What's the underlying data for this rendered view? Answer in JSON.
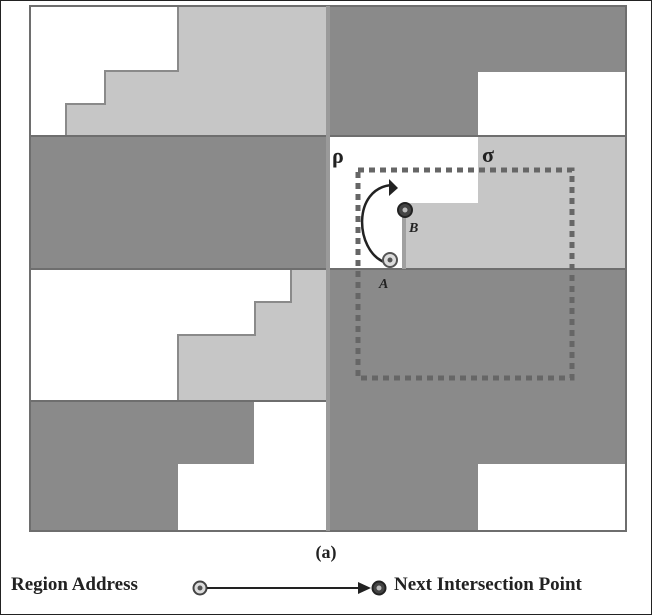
{
  "labels": {
    "rho": "ρ",
    "sigma": "σ",
    "point_a": "A",
    "point_b": "B"
  },
  "caption": "(a)",
  "legend": {
    "left": "Region Address",
    "right": "Next Intersection Point"
  },
  "colors": {
    "dark_region": "#8a8a8a",
    "light_region": "#c6c6c6",
    "white_region": "#ffffff",
    "grid_line": "#6e6e6e",
    "dotted_box": "#666666"
  }
}
